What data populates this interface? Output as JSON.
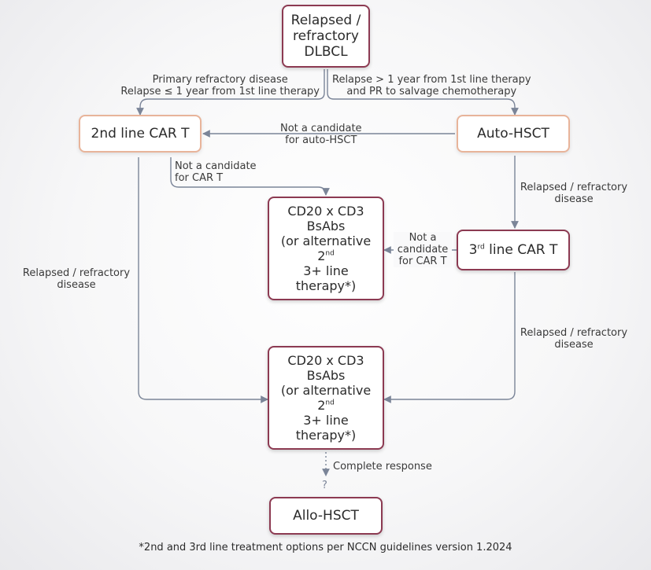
{
  "nodes": {
    "start": [
      "Relapsed /",
      "refractory",
      "DLBCL"
    ],
    "car2": "2nd line CAR T",
    "auto": "Auto-HSCT",
    "bsabs_mid": {
      "l1": "CD20 x CD3",
      "l2": "BsAbs",
      "l3": "(or alternative",
      "l4a": "2",
      "l4sup": "nd",
      "l5": "3+ line",
      "l6": "therapy*)"
    },
    "car3": {
      "prefix": "3",
      "sup": "rd",
      "rest": " line CAR T"
    },
    "bsabs_bot": {
      "l1": "CD20 x CD3",
      "l2": "BsAbs",
      "l3": "(or alternative",
      "l4a": "2",
      "l4sup": "nd",
      "l5": "3+ line",
      "l6": "therapy*)"
    },
    "allo": "Allo-HSCT"
  },
  "edges": {
    "primary_refractory": [
      "Primary refractory disease",
      "Relapse ≤ 1 year from 1st line therapy"
    ],
    "relapse_gt1": [
      "Relapse > 1 year from 1st line therapy",
      "and PR to salvage chemotherapy"
    ],
    "not_auto": [
      "Not a candidate",
      "for auto-HSCT"
    ],
    "not_cart_a": [
      "Not a candidate",
      "for CAR T"
    ],
    "relapsed_right_1": [
      "Relapsed / refractory",
      "disease"
    ],
    "not_cart_b": [
      "Not a",
      "candidate",
      "for CAR T"
    ],
    "relapsed_left": [
      "Relapsed / refractory",
      "disease"
    ],
    "relapsed_right_2": [
      "Relapsed / refractory",
      "disease"
    ],
    "complete_response": "Complete response",
    "question": "?"
  },
  "footnote": "*2nd and 3rd line treatment options per NCCN guidelines version 1.2024",
  "colors": {
    "maroon": "#8c3a52",
    "peach": "#e8b49a",
    "arrow": "#7b8598"
  }
}
